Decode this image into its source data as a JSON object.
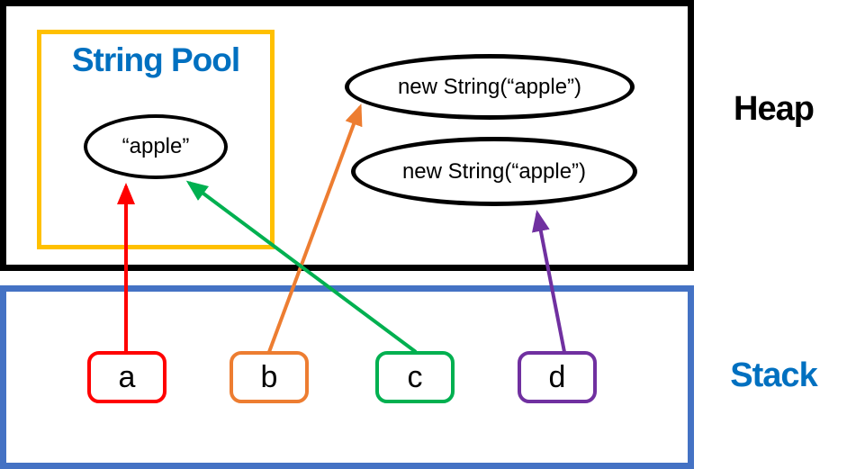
{
  "heap": {
    "label": "Heap",
    "string_pool": {
      "label": "String Pool",
      "literal": "“apple”"
    },
    "objects": [
      {
        "label": "new String(“apple”)"
      },
      {
        "label": "new String(“apple”)"
      }
    ]
  },
  "stack": {
    "label": "Stack",
    "variables": [
      {
        "name": "a",
        "color": "#FF0000"
      },
      {
        "name": "b",
        "color": "#ED7D31"
      },
      {
        "name": "c",
        "color": "#00B050"
      },
      {
        "name": "d",
        "color": "#7030A0"
      }
    ]
  },
  "arrows": [
    {
      "from": "a",
      "to": "string-pool-literal",
      "color": "#FF0000"
    },
    {
      "from": "b",
      "to": "heap-object-1",
      "color": "#ED7D31"
    },
    {
      "from": "c",
      "to": "string-pool-literal",
      "color": "#00B050"
    },
    {
      "from": "d",
      "to": "heap-object-2",
      "color": "#7030A0"
    }
  ],
  "colors": {
    "heap_border": "#000000",
    "string_pool_border": "#FFC000",
    "stack_border": "#4472C4",
    "title_blue": "#0070C0"
  }
}
